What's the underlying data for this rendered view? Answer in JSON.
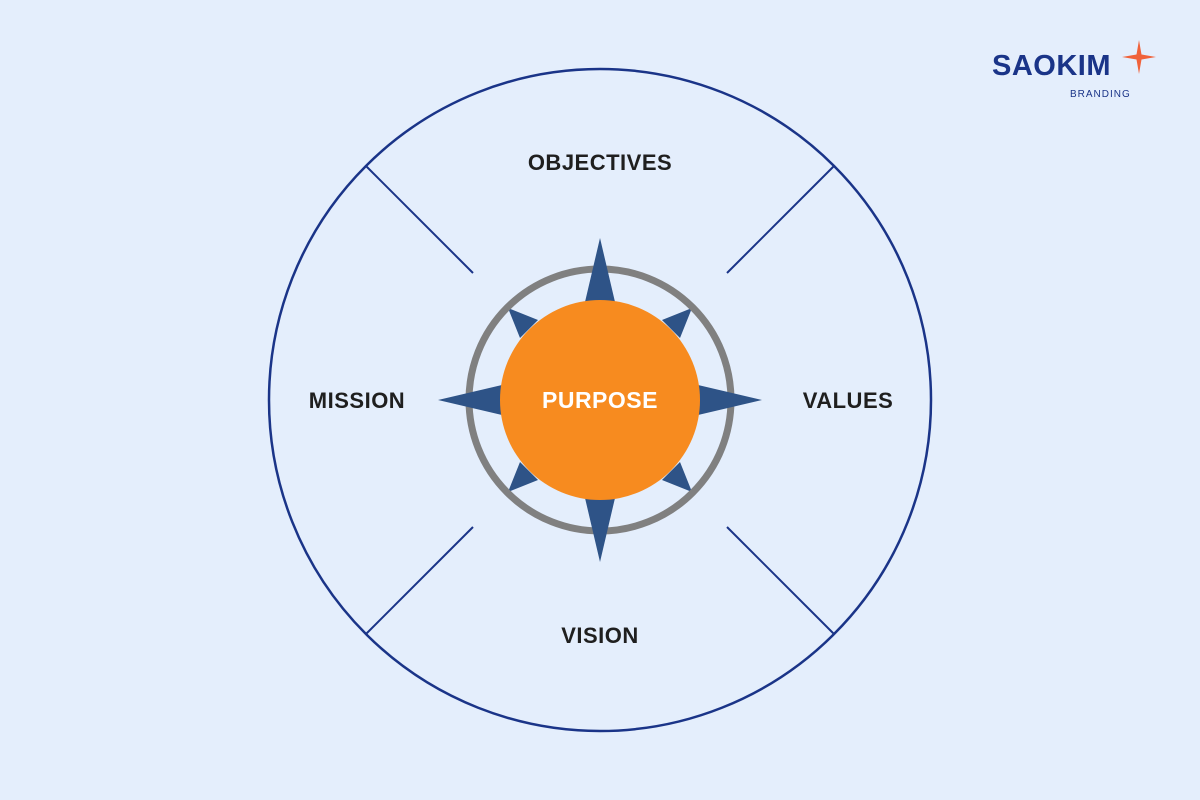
{
  "logo": {
    "wordmark": "SAOKIM",
    "subtitle": "BRANDING",
    "icon": "four-point-star-icon",
    "wordmark_color": "#1a3488",
    "star_color": "#f0623a"
  },
  "diagram": {
    "center_label": "PURPOSE",
    "segments": {
      "top": "OBJECTIVES",
      "left": "MISSION",
      "right": "VALUES",
      "bottom": "VISION"
    },
    "colors": {
      "background": "#e4eefc",
      "outer_circle": "#1a3488",
      "ring": "#808080",
      "compass_points": "#2e5387",
      "center_fill": "#f78b1f",
      "segment_text": "#1f1f1f",
      "center_text": "#ffffff"
    }
  }
}
